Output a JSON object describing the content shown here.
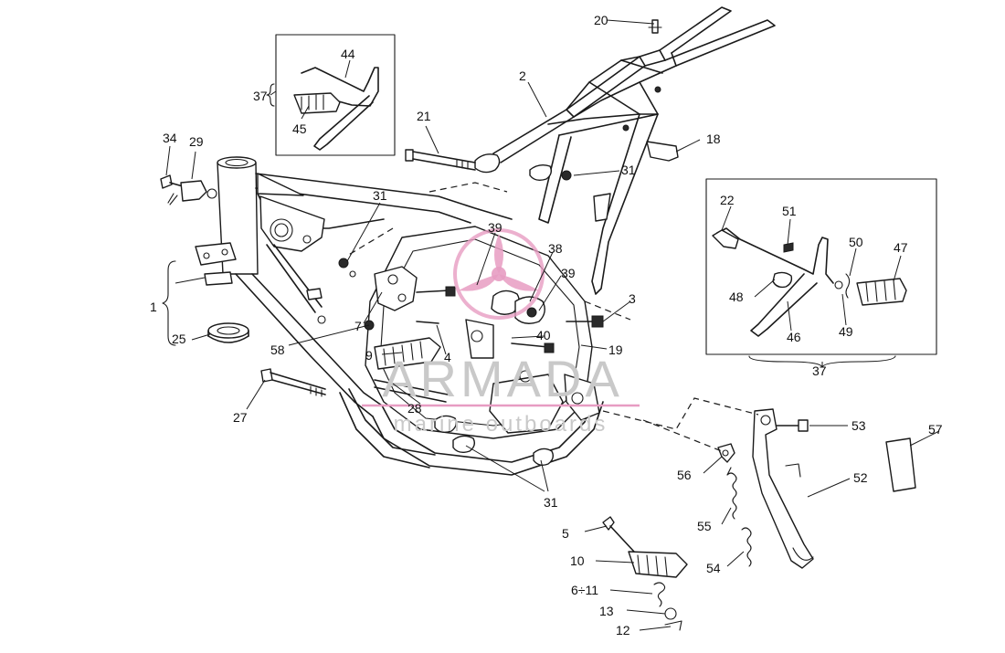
{
  "watermark": {
    "brand": "ARMADA",
    "tagline": "marine outboards",
    "accent_color": "#e79cc2",
    "text_color": "#c9c9c9"
  },
  "callouts": {
    "c1": "1",
    "c2": "2",
    "c3": "3",
    "c4": "4",
    "c5": "5",
    "c6_11": "6÷11",
    "c7": "7",
    "c9": "9",
    "c10": "10",
    "c12": "12",
    "c13": "13",
    "c18": "18",
    "c19": "19",
    "c20": "20",
    "c21": "21",
    "c22": "22",
    "c25": "25",
    "c27": "27",
    "c28": "28",
    "c29": "29",
    "c31": "31",
    "c34": "34",
    "c37": "37",
    "c38": "38",
    "c39": "39",
    "c40": "40",
    "c44": "44",
    "c45": "45",
    "c46": "46",
    "c47": "47",
    "c48": "48",
    "c49": "49",
    "c50": "50",
    "c51": "51",
    "c52": "52",
    "c53": "53",
    "c54": "54",
    "c55": "55",
    "c56": "56",
    "c57": "57",
    "c58": "58"
  }
}
